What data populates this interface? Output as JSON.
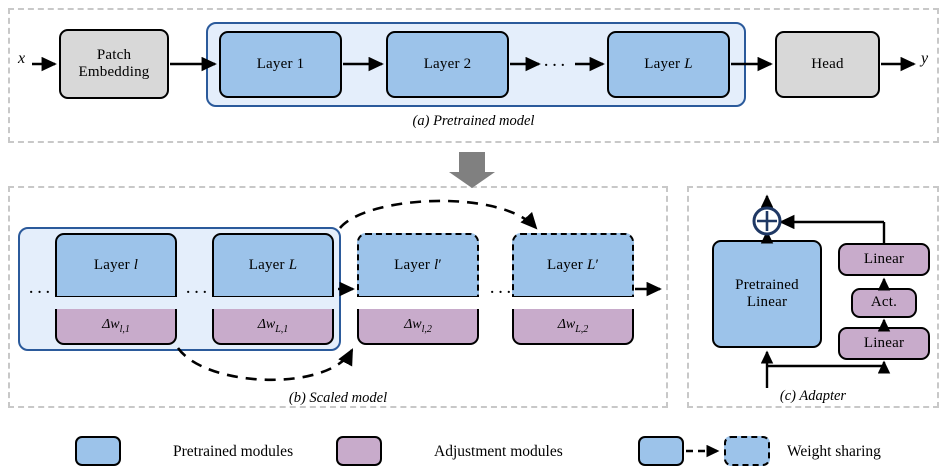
{
  "figure": {
    "panels": [
      {
        "id": "a",
        "caption": "(a) Pretrained model",
        "input_label": "x",
        "output_label": "y",
        "nodes": [
          {
            "name": "patch-embedding",
            "label": "Patch\nEmbedding",
            "kind": "gray"
          },
          {
            "name": "layer-1",
            "label": "Layer 1",
            "kind": "blue"
          },
          {
            "name": "layer-2",
            "label": "Layer 2",
            "kind": "blue"
          },
          {
            "name": "layer-L",
            "label": "Layer L",
            "kind": "blue"
          },
          {
            "name": "head",
            "label": "Head",
            "kind": "gray"
          }
        ],
        "ellipsis": "···"
      },
      {
        "id": "b",
        "caption": "(b) Scaled model",
        "ellipsis": "···",
        "cards": [
          {
            "name": "layer-l",
            "top": "Layer l",
            "bottom": "Δw",
            "sub": "l,1",
            "dashed": false
          },
          {
            "name": "layer-L",
            "top": "Layer L",
            "bottom": "Δw",
            "sub": "L,1",
            "dashed": false
          },
          {
            "name": "layer-l-prime",
            "top": "Layer l′",
            "bottom": "Δw",
            "sub": "l,2",
            "dashed": true
          },
          {
            "name": "layer-L-prime",
            "top": "Layer L′",
            "bottom": "Δw",
            "sub": "L,2",
            "dashed": true
          }
        ]
      },
      {
        "id": "c",
        "caption": "(c) Adapter",
        "nodes": [
          {
            "name": "pretrained-linear",
            "label": "Pretrained\nLinear",
            "kind": "blue"
          },
          {
            "name": "adapter-linear-up",
            "label": "Linear",
            "kind": "purple"
          },
          {
            "name": "adapter-activation",
            "label": "Act.",
            "kind": "purple"
          },
          {
            "name": "adapter-linear-down",
            "label": "Linear",
            "kind": "purple"
          }
        ],
        "sum_symbol": "⊕"
      }
    ],
    "legend": [
      {
        "name": "legend-pretrained",
        "label": "Pretrained modules",
        "kind": "blue",
        "style": "solid"
      },
      {
        "name": "legend-adjustment",
        "label": "Adjustment modules",
        "kind": "purple",
        "style": "solid"
      },
      {
        "name": "legend-weight-sharing",
        "label": "Weight sharing",
        "kind": "blue",
        "style": "shared"
      }
    ],
    "colors": {
      "pretrained_blue": "#9CC3EA",
      "adjustment_purple": "#C8ABCB",
      "neutral_gray": "#D8D8D8",
      "container_light_blue": "#E4EEFB",
      "container_border_blue": "#2B5A9B",
      "panel_dashed_gray": "#C8C8C8",
      "arrow_black": "#000000",
      "transition_arrow_gray": "#808080",
      "sum_circle_navy": "#1F3864"
    }
  }
}
